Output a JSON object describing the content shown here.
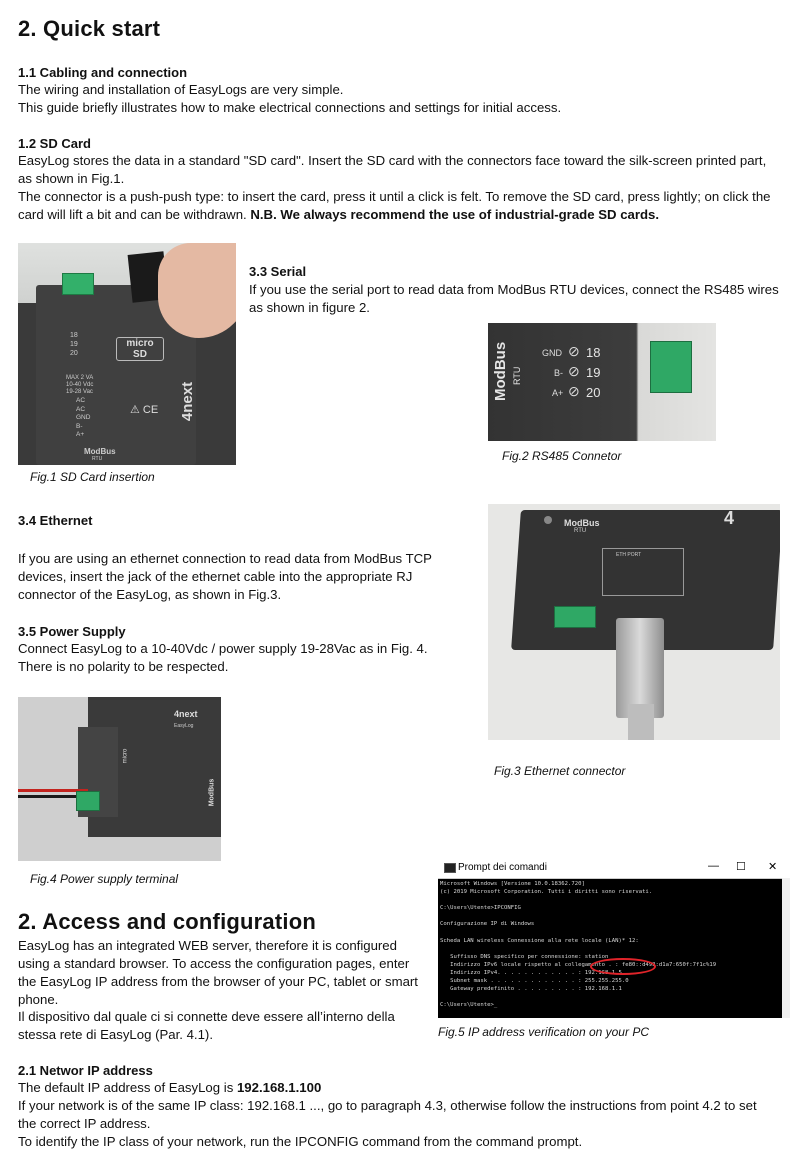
{
  "sec2": {
    "title": "2.  Quick start",
    "s11_head": "1.1    Cabling and connection",
    "s11_l1": "The wiring and installation of EasyLogs are very simple.",
    "s11_l2": "This guide briefly illustrates how to make electrical connections and settings for initial access.",
    "s12_head": "1.2    SD Card",
    "s12_l1": "EasyLog stores the data in a standard \"SD card\". Insert the SD card with the connectors face toward the silk-screen printed part,",
    "s12_l2": "as shown in Fig.1.",
    "s12_l3": "The connector is a push-push type: to insert the card, press it until a click is felt. To remove the SD card, press lightly; on click the",
    "s12_l4a": "card will lift a bit and can be withdrawn. ",
    "s12_l4b": "N.B. We always recommend the use of industrial-grade SD cards."
  },
  "serial": {
    "head": "3.3  Serial",
    "l1": "If you use the serial port to read data from ModBus RTU devices, connect the RS485 wires",
    "l2": "as shown in figure 2."
  },
  "ethernet": {
    "head": "3.4  Ethernet",
    "l1": "If you are using an ethernet connection to read data from ModBus TCP",
    "l2": "devices, insert the jack of the ethernet cable into the appropriate RJ",
    "l3": "connector of the EasyLog, as shown in Fig.3."
  },
  "power": {
    "head": "3.5  Power Supply",
    "l1": "Connect EasyLog to a 10-40Vdc / power supply 19-28Vac as in Fig. 4.",
    "l2": "There is no polarity to be respected."
  },
  "captions": {
    "fig1": "Fig.1 SD Card insertion",
    "fig2": "Fig.2 RS485 Connetor",
    "fig3": "Fig.3 Ethernet connector",
    "fig4": "Fig.4 Power supply terminal",
    "fig5": "Fig.5 IP address verification on your PC"
  },
  "access": {
    "title": "2.  Access and  configuration",
    "l1": "EasyLog has an integrated WEB server, therefore it is configured",
    "l2": "using a standard browser. To access the configuration pages, enter",
    "l3": "the EasyLog IP address from the browser of your PC, tablet or smart",
    "l4": "phone.",
    "l5": "Il dispositivo dal quale ci si connette deve essere all’interno della",
    "l6": "stessa rete di EasyLog (Par. 4.1)."
  },
  "network": {
    "head": "2.1  Networ IP address",
    "l1a": "The default IP address of EasyLog is ",
    "l1b": "192.168.1.100",
    "l2": "If your network is of the same IP class: 192.168.1 ..., go to paragraph 4.3, otherwise follow the instructions from point 4.2 to set",
    "l3": "the correct IP address.",
    "l4": "To identify the IP class of your network, run the IPCONFIG command from the command prompt."
  },
  "fig1_labels": {
    "micro": "micro",
    "sd": "SD",
    "modbus": "ModBus",
    "rtu": "RTU",
    "brand": "4next",
    "specs": "MAX 2 VA\n10-40 Vdc\n19-28 Vac",
    "pins": "AC\nAC\nGND\nB-\nA+",
    "nums": "18\n19\n20"
  },
  "fig2_labels": {
    "modbus": "ModBus",
    "rtu": "RTU",
    "gnd": "GND",
    "bminus": "B-",
    "aplus": "A+",
    "n18": "18",
    "n19": "19",
    "n20": "20"
  },
  "fig3_labels": {
    "modbus": "ModBus",
    "rtu": "RTU",
    "eth_port": "ETH PORT",
    "brand": "4"
  },
  "fig4_labels": {
    "brand": "4next",
    "model": "EasyLog",
    "micro": "micro",
    "modbus": "ModBus"
  },
  "cmd": {
    "title": "Prompt dei comandi",
    "body": "Microsoft Windows [Versione 10.0.18362.720]\n(c) 2019 Microsoft Corporation. Tutti i diritti sono riservati.\n\nC:\\Users\\Utente>IPCONFIG\n\nConfigurazione IP di Windows\n\nScheda LAN wireless Connessione alla rete locale (LAN)* 12:\n\n   Suffisso DNS specifico per connessione: station\n   Indirizzo IPv6 locale rispetto al collegamento . : fe80::d493:d1a7:650f:7f1c%19\n   Indirizzo IPv4. . . . . . . . . . . . : 192.168.1.5\n   Subnet mask . . . . . . . . . . . . . : 255.255.255.0\n   Gateway predefinito . . . . . . . . . : 192.168.1.1\n\nC:\\Users\\Utente>_",
    "highlight_color": "#e0242a"
  }
}
